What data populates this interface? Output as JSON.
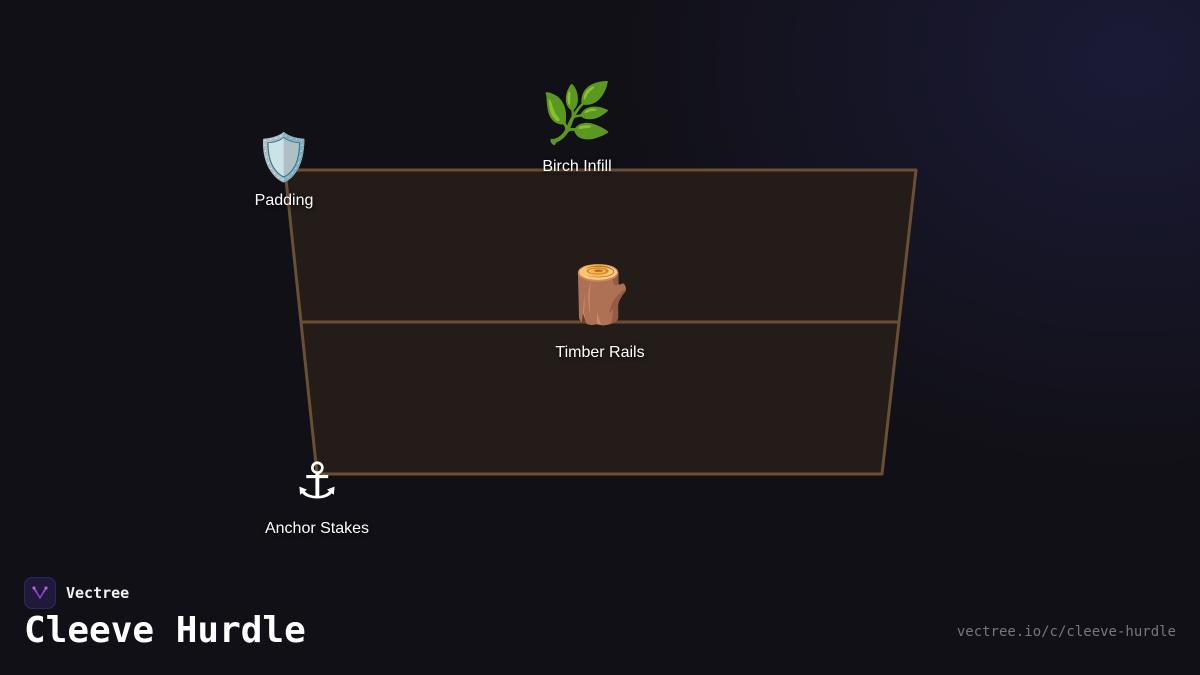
{
  "diagram": {
    "nodes": {
      "padding": {
        "icon": "🛡️",
        "icon_name": "shield-icon",
        "label": "Padding"
      },
      "birch_infill": {
        "icon": "🌿",
        "icon_name": "herb-leaf-icon",
        "label": "Birch Infill"
      },
      "timber_rails": {
        "icon": "🪵",
        "icon_name": "wood-log-icon",
        "label": "Timber Rails"
      },
      "anchor_stakes": {
        "icon": "⚓",
        "icon_name": "anchor-icon",
        "label": "Anchor Stakes"
      }
    },
    "colors": {
      "frame_stroke": "#6b4f34",
      "frame_fill": "#231c18",
      "background": "#111016"
    }
  },
  "footer": {
    "brand": "Vectree",
    "title": "Cleeve Hurdle",
    "url": "vectree.io/c/cleeve-hurdle"
  }
}
